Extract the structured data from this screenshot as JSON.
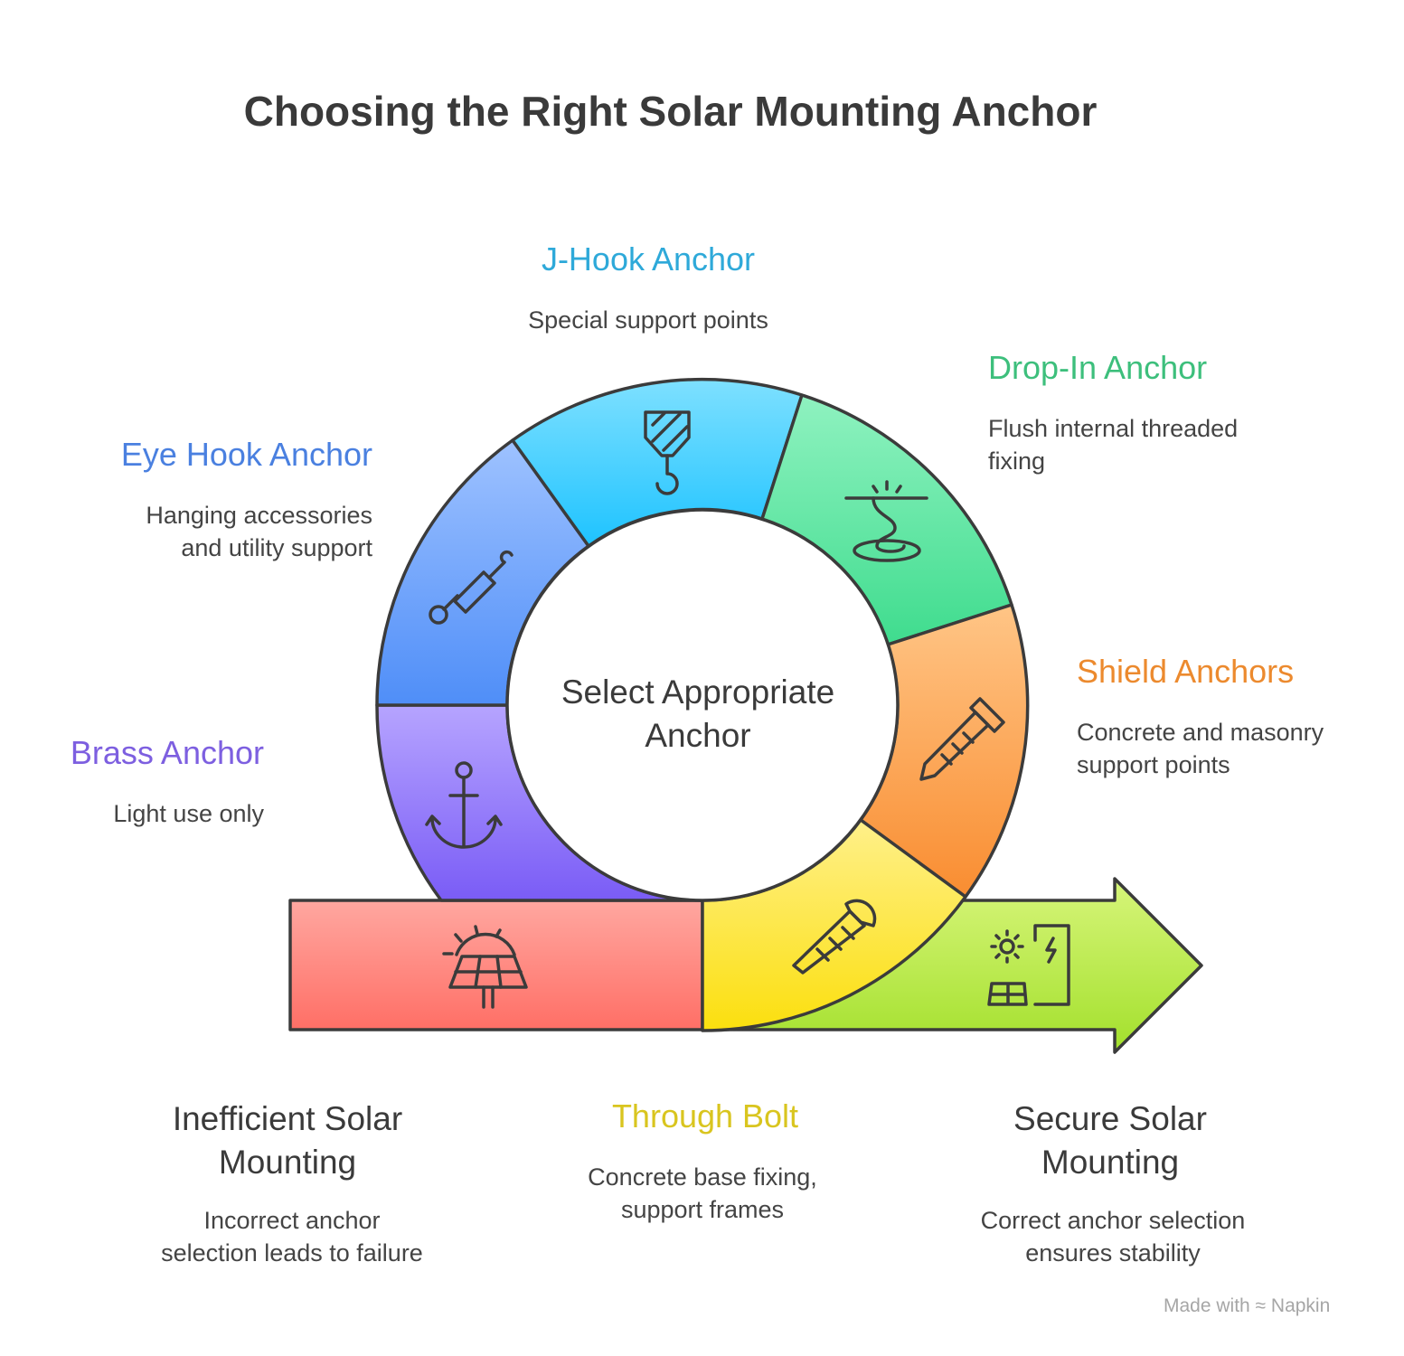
{
  "title": "Choosing the Right Solar Mounting Anchor",
  "center": {
    "line1": "Select Appropriate",
    "line2": "Anchor"
  },
  "anchors": [
    {
      "name": "J-Hook Anchor",
      "desc": "Special support points",
      "color": "#2ea9d9",
      "icon": "crane-hook-icon"
    },
    {
      "name": "Drop-In Anchor",
      "desc_line1": "Flush internal threaded",
      "desc_line2": "fixing",
      "color": "#3dbf7c",
      "icon": "drop-in-anchor-icon"
    },
    {
      "name": "Eye Hook Anchor",
      "desc_line1": "Hanging accessories",
      "desc_line2": "and utility support",
      "color": "#4a80e0",
      "icon": "eye-hook-icon"
    },
    {
      "name": "Shield Anchors",
      "desc_line1": "Concrete and masonry",
      "desc_line2": "support points",
      "color": "#ec8a2e",
      "icon": "screw-icon"
    },
    {
      "name": "Brass Anchor",
      "desc": "Light use only",
      "color": "#7d5fe0",
      "icon": "anchor-icon"
    },
    {
      "name": "Through Bolt",
      "desc_line1": "Concrete base fixing,",
      "desc_line2": "support frames",
      "color": "#d9c51f",
      "icon": "bolt-icon"
    }
  ],
  "outcomes": {
    "inefficient": {
      "title_line1": "Inefficient Solar",
      "title_line2": "Mounting",
      "desc_line1": "Incorrect anchor",
      "desc_line2": "selection leads to failure",
      "icon": "solar-panel-sun-icon"
    },
    "secure": {
      "title_line1": "Secure Solar",
      "title_line2": "Mounting",
      "desc_line1": "Correct anchor selection",
      "desc_line2": "ensures stability",
      "icon": "solar-battery-icon"
    }
  },
  "watermark": "Made with ≈ Napkin"
}
